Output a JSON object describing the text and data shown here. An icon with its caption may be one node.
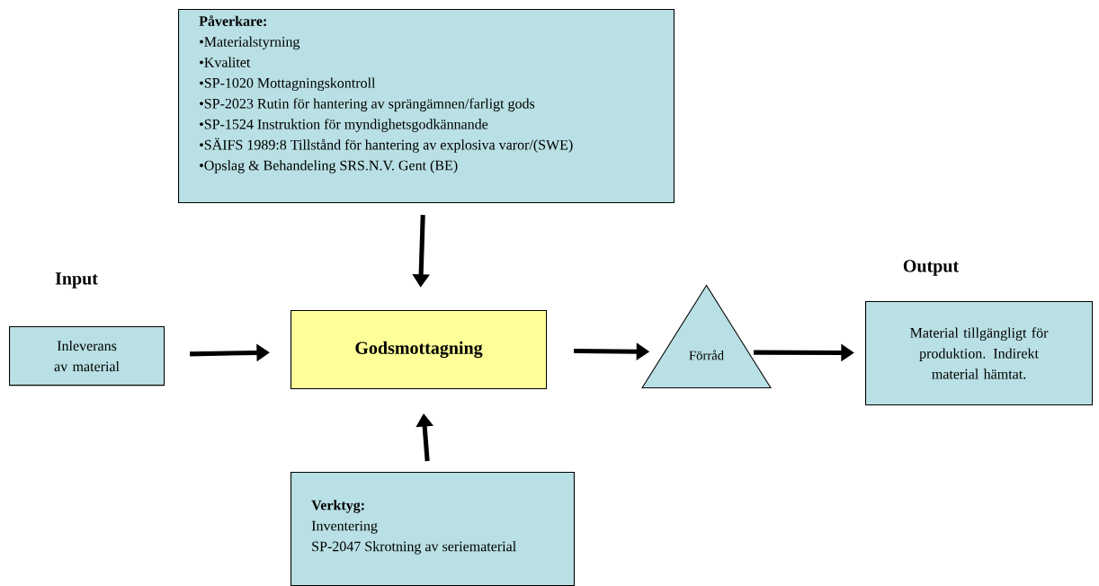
{
  "diagram": {
    "nodes": [
      {
        "text": [
          "Påverkare:",
          "•Materialstyrning",
          "•Kvalitet",
          "•SP-1020 Mottagningskontroll",
          "•SP-2023 Rutin för hantering av sprängämnen/farligt gods",
          "•SP-1524 Instruktion för myndighetsgodkännande",
          "•SÄIFS 1989:8 Tillstånd för hantering av explosiva varor/(SWE)",
          "•Opslag & Behandeling SRS.N.V. Gent (BE)"
        ]
      },
      {
        "text": [
          "Inleverans av material"
        ]
      },
      {
        "text": [
          "Godsmottagning"
        ]
      },
      {
        "text": [
          "Förråd"
        ]
      },
      {
        "text": [
          "Material tillgängligt för produktion. Indirekt material hämtat."
        ]
      },
      {
        "text": [
          "Verktyg:",
          "Inventering",
          "SP-2047 Skrotning av seriematerial"
        ]
      }
    ],
    "edges": [
      {
        "from": 0,
        "to": 2,
        "arrow": "to"
      },
      {
        "from": 1,
        "to": 2,
        "arrow": "to"
      },
      {
        "from": 5,
        "to": 2,
        "arrow": "to"
      },
      {
        "from": 2,
        "to": 3,
        "arrow": "to"
      },
      {
        "from": 3,
        "to": 4,
        "arrow": "to"
      }
    ],
    "labels": [
      "Input",
      "Output"
    ]
  }
}
